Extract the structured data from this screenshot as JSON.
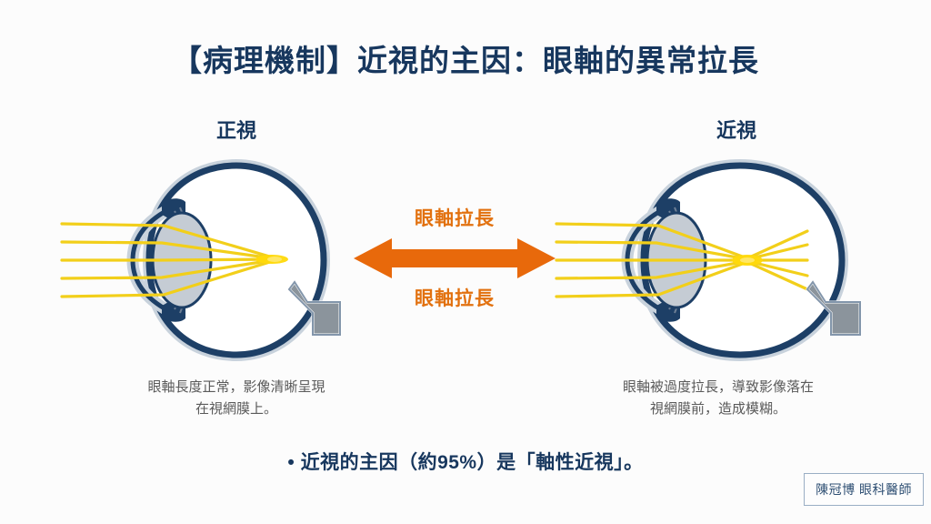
{
  "slide": {
    "title": "【病理機制】近視的主因：眼軸的異常拉長",
    "background_color": "#fcfcfc",
    "title_color": "#17375e"
  },
  "diagrams": {
    "normal_eye": {
      "label": "正視",
      "caption_line1": "眼軸長度正常，影像清晰呈現",
      "caption_line2": "在視網膜上。",
      "focus_description": "rays-converge-on-retina"
    },
    "myopic_eye": {
      "label": "近視",
      "caption_line1": "眼軸被過度拉長，導致影像落在",
      "caption_line2": "視網膜前，造成模糊。",
      "focus_description": "rays-converge-before-retina"
    }
  },
  "center_arrow": {
    "top_label": "眼軸拉長",
    "bottom_label": "眼軸拉長",
    "color": "#e2710f",
    "arrow_color": "#e8690b"
  },
  "bullet": {
    "text": "• 近視的主因（約95%）是「軸性近視」。"
  },
  "watermark": {
    "text": "陳冠博 眼科醫師"
  },
  "palette": {
    "sclera_navy": "#1d3f66",
    "sclera_outer_gray": "#c8d2dc",
    "lens_gray": "#c5ccd4",
    "ray_yellow": "#f2cf1a",
    "optic_nerve_gray": "#8b949c",
    "caption_gray": "#5a5a5a"
  }
}
